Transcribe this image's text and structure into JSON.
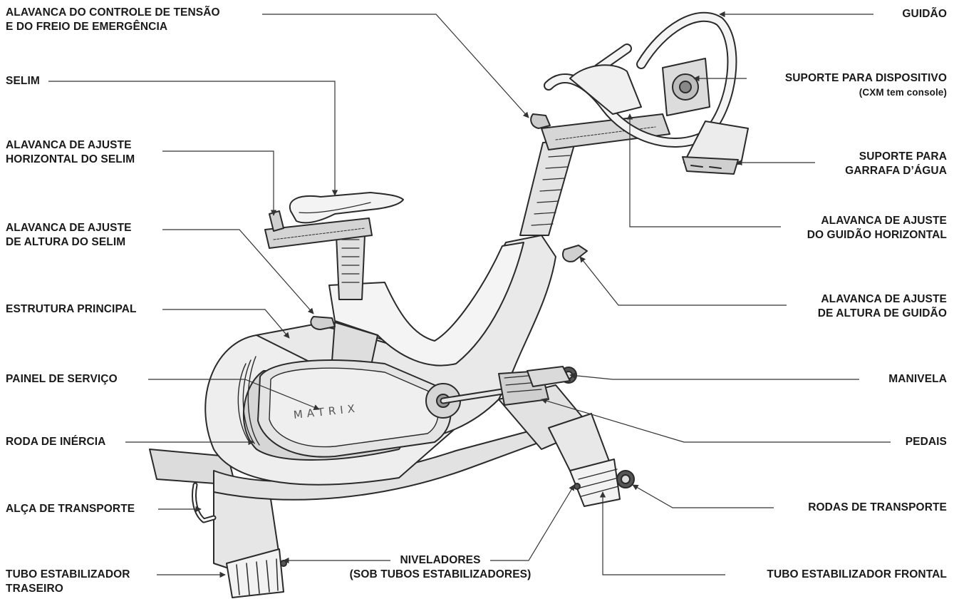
{
  "labels": {
    "tension_brake": [
      "ALAVANCA DO CONTROLE DE TENSÃO",
      "E DO FREIO DE EMERGÊNCIA"
    ],
    "saddle": [
      "SELIM"
    ],
    "saddle_horizontal": [
      "ALAVANCA DE AJUSTE",
      "HORIZONTAL DO SELIM"
    ],
    "saddle_height": [
      "ALAVANCA DE AJUSTE",
      "DE ALTURA DO SELIM"
    ],
    "main_frame": [
      "ESTRUTURA PRINCIPAL"
    ],
    "service_panel": [
      "PAINEL DE SERVIÇO"
    ],
    "flywheel": [
      "RODA DE INÉRCIA"
    ],
    "carry_handle": [
      "ALÇA DE TRANSPORTE"
    ],
    "rear_stabilizer": [
      "TUBO ESTABILIZADOR",
      "TRASEIRO"
    ],
    "levelers": [
      "NIVELADORES",
      "(SOB TUBOS ESTABILIZADORES)"
    ],
    "handlebar": [
      "GUIDÃO"
    ],
    "device_holder": [
      "SUPORTE PARA DISPOSITIVO",
      "(CXM tem console)"
    ],
    "bottle_holder": [
      "SUPORTE PARA",
      "GARRAFA D’ÁGUA"
    ],
    "handlebar_horizontal": [
      "ALAVANCA DE AJUSTE",
      "DO GUIDÃO HORIZONTAL"
    ],
    "handlebar_height": [
      "ALAVANCA DE AJUSTE",
      "DE ALTURA DE GUIDÃO"
    ],
    "crank": [
      "MANIVELA"
    ],
    "pedals": [
      "PEDAIS"
    ],
    "transport_wheels": [
      "RODAS DE TRANSPORTE"
    ],
    "front_stabilizer": [
      "TUBO ESTABILIZADOR FRONTAL"
    ]
  },
  "brand": "MATRIX",
  "colors": {
    "text": "#1a1a1a",
    "line": "#333333",
    "frame": "#e8e8e8",
    "panel": "#d9d9d9",
    "stroke": "#2a2a2a"
  }
}
